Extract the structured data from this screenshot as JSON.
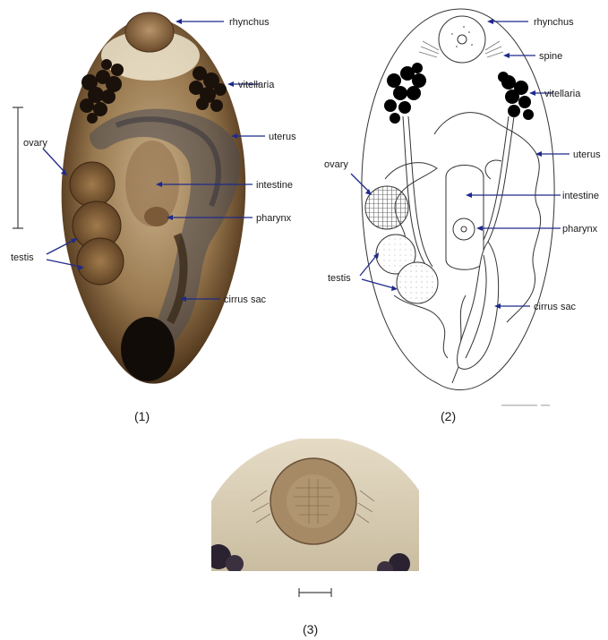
{
  "panel1": {
    "caption": "(1)",
    "labels": {
      "rhynchus": "rhynchus",
      "vitellaria": "vitellaria",
      "uterus": "uterus",
      "ovary": "ovary",
      "intestine": "intestine",
      "pharynx": "pharynx",
      "testis": "testis",
      "cirrus_sac": "cirrus sac"
    }
  },
  "panel2": {
    "caption": "(2)",
    "labels": {
      "rhynchus": "rhynchus",
      "spine": "spine",
      "vitellaria": "vitellaria",
      "uterus": "uterus",
      "ovary": "ovary",
      "intestine": "intestine",
      "pharynx": "pharynx",
      "testis": "testis",
      "cirrus_sac": "cirrus sac"
    }
  },
  "panel3": {
    "caption": "(3)"
  },
  "colors": {
    "arrow": "#1f2a8a",
    "specimen_body": "#8a6a44",
    "specimen_dark": "#1a120c",
    "drawing_ink": "#333333"
  }
}
